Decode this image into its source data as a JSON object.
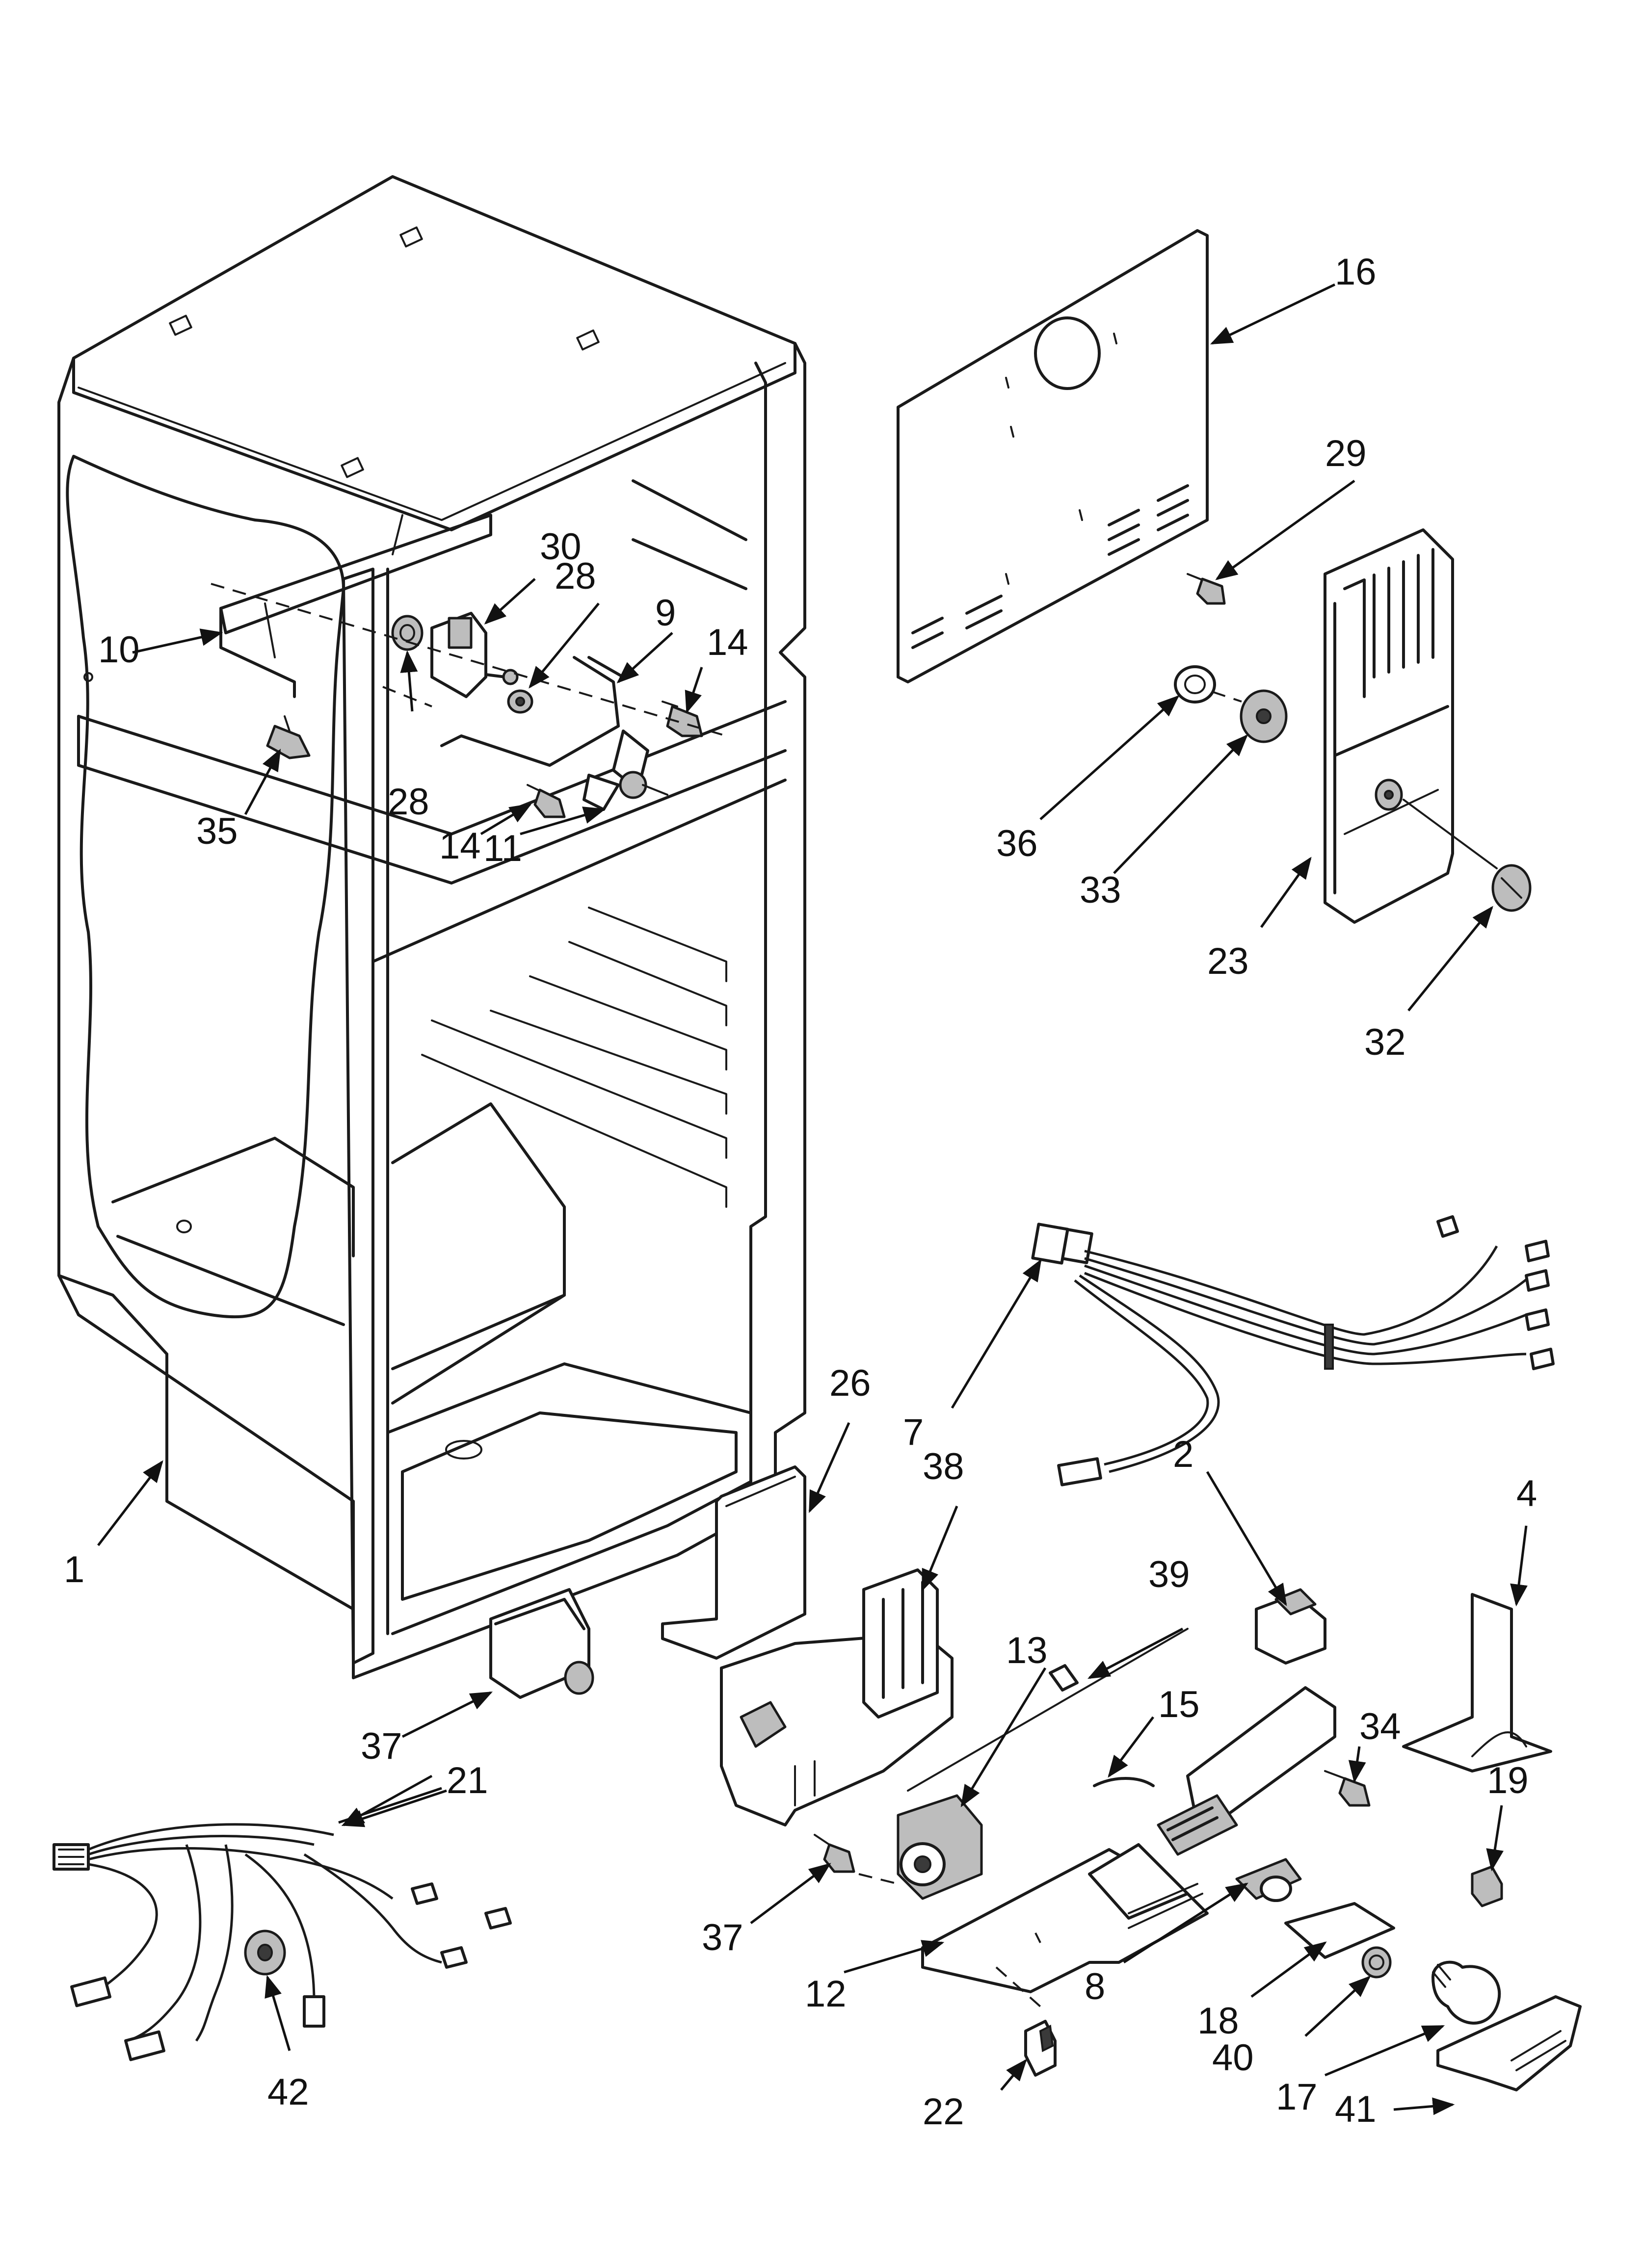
{
  "diagram": {
    "callouts": [
      {
        "id": "c1",
        "label": "1"
      },
      {
        "id": "c2",
        "label": "2"
      },
      {
        "id": "c4",
        "label": "4"
      },
      {
        "id": "c7",
        "label": "7"
      },
      {
        "id": "c8",
        "label": "8"
      },
      {
        "id": "c9",
        "label": "9"
      },
      {
        "id": "c10",
        "label": "10"
      },
      {
        "id": "c11",
        "label": "11"
      },
      {
        "id": "c12",
        "label": "12"
      },
      {
        "id": "c13",
        "label": "13"
      },
      {
        "id": "c14a",
        "label": "14"
      },
      {
        "id": "c14b",
        "label": "14"
      },
      {
        "id": "c15",
        "label": "15"
      },
      {
        "id": "c16",
        "label": "16"
      },
      {
        "id": "c17",
        "label": "17"
      },
      {
        "id": "c18",
        "label": "18"
      },
      {
        "id": "c19",
        "label": "19"
      },
      {
        "id": "c21",
        "label": "21"
      },
      {
        "id": "c22",
        "label": "22"
      },
      {
        "id": "c23",
        "label": "23"
      },
      {
        "id": "c26",
        "label": "26"
      },
      {
        "id": "c28a",
        "label": "28"
      },
      {
        "id": "c28b",
        "label": "28"
      },
      {
        "id": "c29",
        "label": "29"
      },
      {
        "id": "c30",
        "label": "30"
      },
      {
        "id": "c32",
        "label": "32"
      },
      {
        "id": "c33",
        "label": "33"
      },
      {
        "id": "c34",
        "label": "34"
      },
      {
        "id": "c35",
        "label": "35"
      },
      {
        "id": "c36",
        "label": "36"
      },
      {
        "id": "c37a",
        "label": "37"
      },
      {
        "id": "c37b",
        "label": "37"
      },
      {
        "id": "c38",
        "label": "38"
      },
      {
        "id": "c39",
        "label": "39"
      },
      {
        "id": "c40",
        "label": "40"
      },
      {
        "id": "c41",
        "label": "41"
      },
      {
        "id": "c42",
        "label": "42"
      }
    ]
  }
}
